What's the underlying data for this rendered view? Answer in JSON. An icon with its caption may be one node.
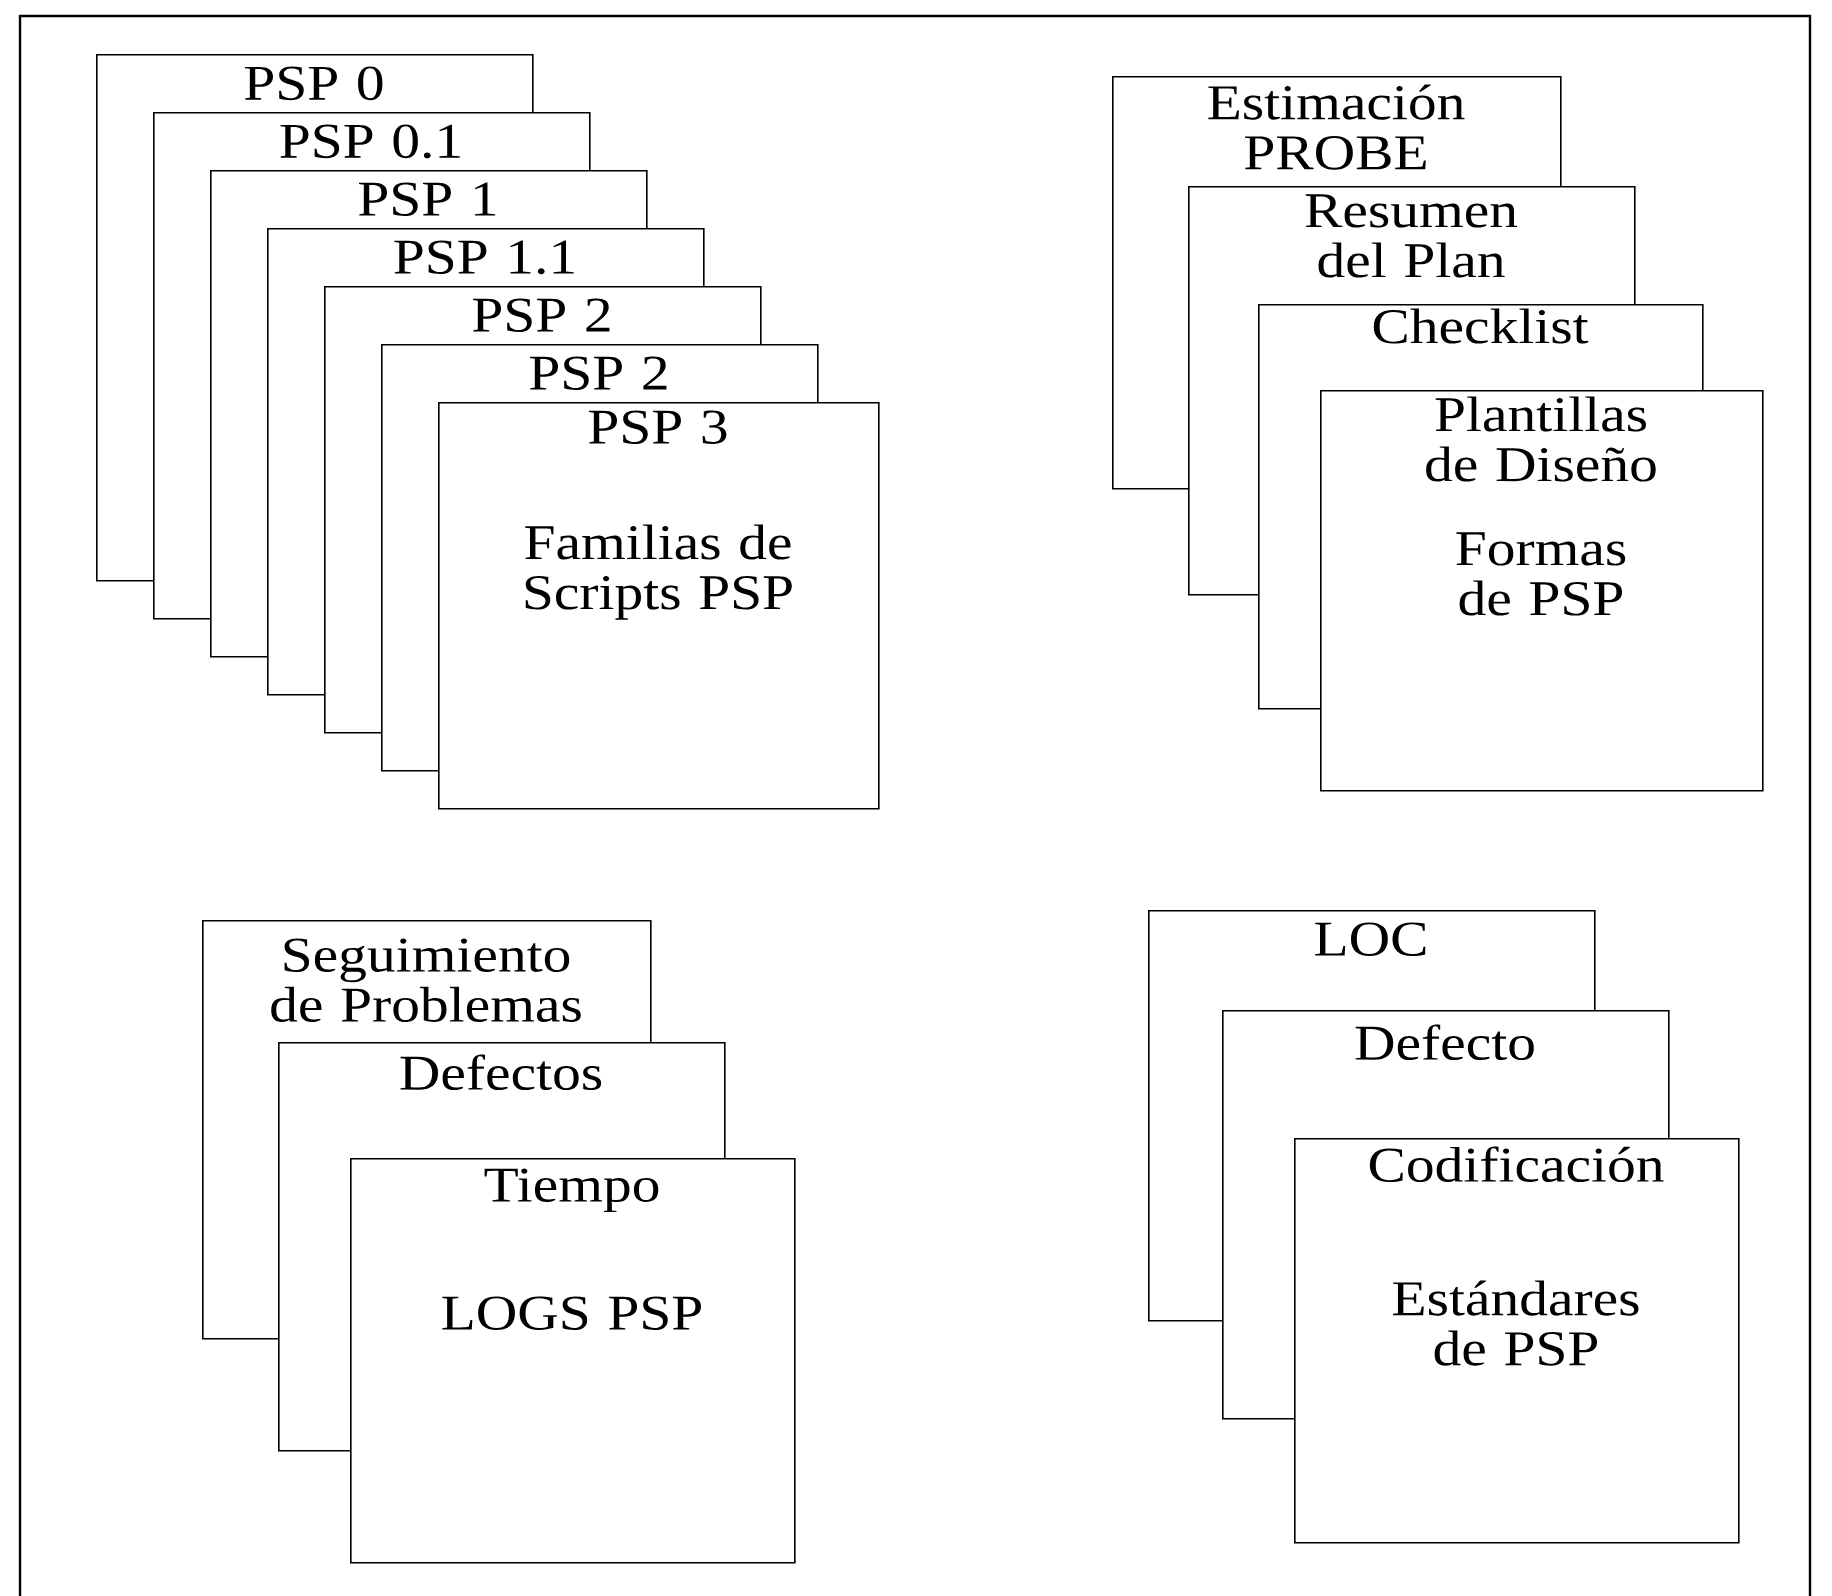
{
  "diagram": {
    "nodes": [
      {
        "text": [
          "PSP 0"
        ]
      },
      {
        "text": [
          "PSP 0.1"
        ]
      },
      {
        "text": [
          "PSP 1"
        ]
      },
      {
        "text": [
          "PSP 1.1"
        ]
      },
      {
        "text": [
          "PSP 2"
        ]
      },
      {
        "text": [
          "PSP 2"
        ]
      },
      {
        "text": [
          "PSP 3",
          "Familias de Scripts PSP"
        ]
      },
      {
        "text": [
          "Estimación PROBE"
        ]
      },
      {
        "text": [
          "Resumen del Plan"
        ]
      },
      {
        "text": [
          "Checklist"
        ]
      },
      {
        "text": [
          "Plantillas de Diseño",
          "Formas de PSP"
        ]
      },
      {
        "text": [
          "Seguimiento de Problemas"
        ]
      },
      {
        "text": [
          "Defectos"
        ]
      },
      {
        "text": [
          "Tiempo",
          "LOGS PSP"
        ]
      },
      {
        "text": [
          "LOC"
        ]
      },
      {
        "text": [
          "Defecto"
        ]
      },
      {
        "text": [
          "Codificación",
          "Estándares de PSP"
        ]
      }
    ]
  }
}
